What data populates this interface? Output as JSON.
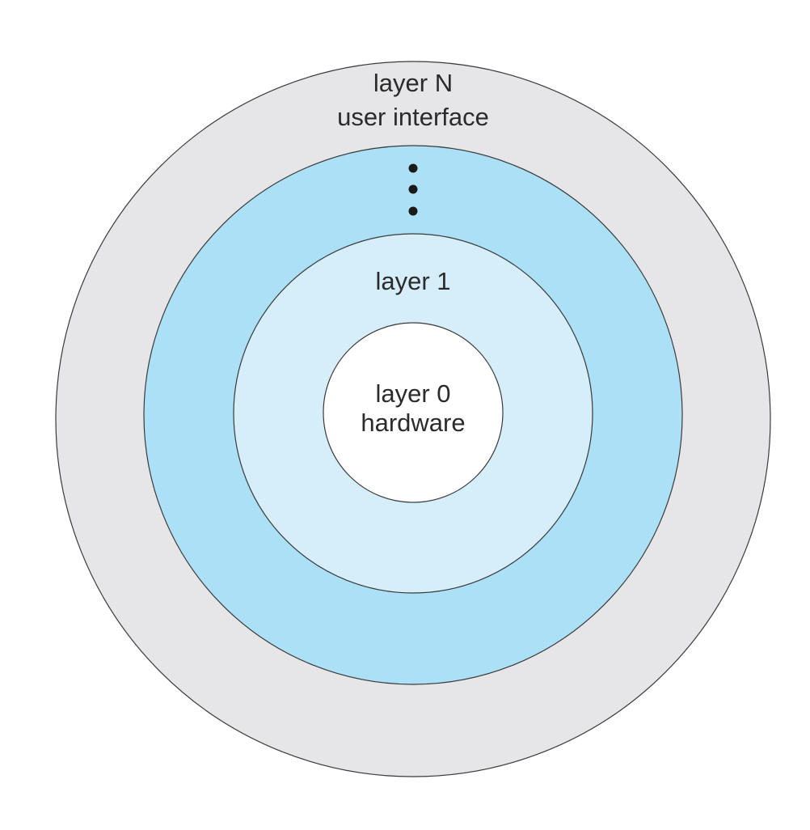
{
  "diagram": {
    "layers": [
      {
        "id": "layer-n",
        "lines": [
          "layer N",
          "user interface"
        ],
        "fill": "#e6e6e8"
      },
      {
        "id": "layer-intermediate",
        "lines": [],
        "fill": "#abe0f7",
        "ellipsis": "vertical-dots"
      },
      {
        "id": "layer-1",
        "lines": [
          "layer 1"
        ],
        "fill": "#d6eefa"
      },
      {
        "id": "layer-0",
        "lines": [
          "layer 0",
          "hardware"
        ],
        "fill": "#ffffff"
      }
    ],
    "outline_color": "#3a3a3a",
    "text_color": "#2b2b2b"
  }
}
